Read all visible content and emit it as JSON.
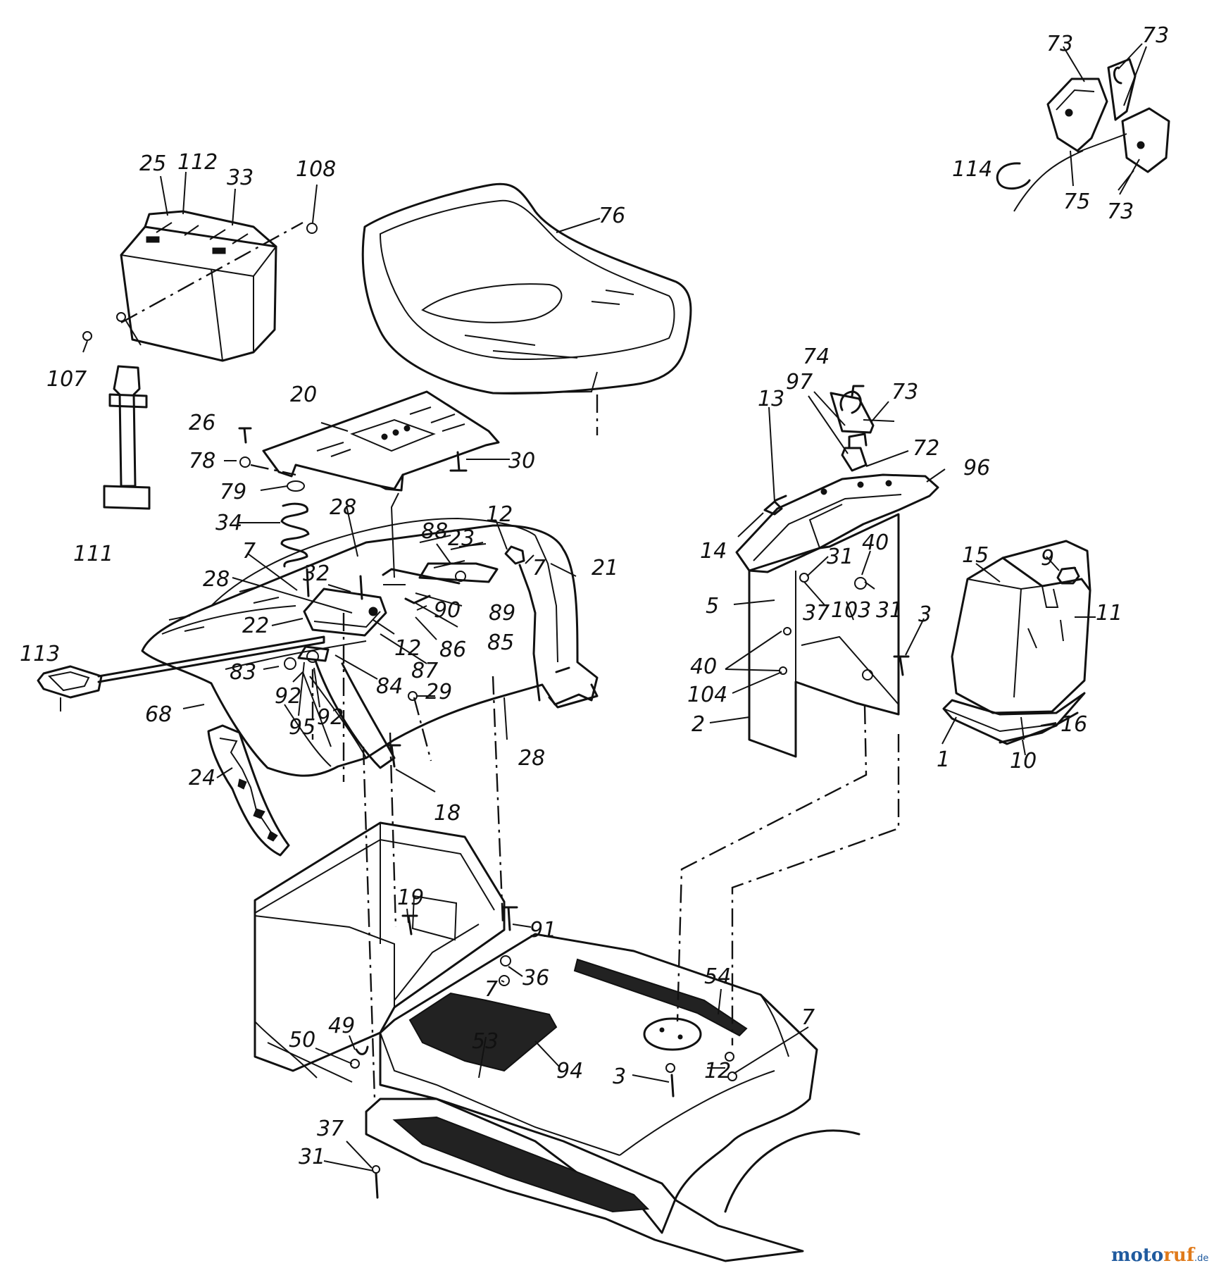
{
  "watermark": {
    "part1": "moto",
    "part2": "ruf",
    "suffix": ".de"
  },
  "callouts": [
    {
      "id": "c-25",
      "text": "25"
    },
    {
      "id": "c-112",
      "text": "112"
    },
    {
      "id": "c-33",
      "text": "33"
    },
    {
      "id": "c-108",
      "text": "108"
    },
    {
      "id": "c-107",
      "text": "107"
    },
    {
      "id": "c-76",
      "text": "76"
    },
    {
      "id": "c-20",
      "text": "20"
    },
    {
      "id": "c-26",
      "text": "26"
    },
    {
      "id": "c-78",
      "text": "78"
    },
    {
      "id": "c-79",
      "text": "79"
    },
    {
      "id": "c-34",
      "text": "34"
    },
    {
      "id": "c-30",
      "text": "30"
    },
    {
      "id": "c-111",
      "text": "111"
    },
    {
      "id": "c-28a",
      "text": "28"
    },
    {
      "id": "c-88",
      "text": "88"
    },
    {
      "id": "c-23",
      "text": "23"
    },
    {
      "id": "c-12a",
      "text": "12"
    },
    {
      "id": "c-21",
      "text": "21"
    },
    {
      "id": "c-7a",
      "text": "7"
    },
    {
      "id": "c-32",
      "text": "32"
    },
    {
      "id": "c-28b",
      "text": "28"
    },
    {
      "id": "c-7b",
      "text": "7"
    },
    {
      "id": "c-22",
      "text": "22"
    },
    {
      "id": "c-12b",
      "text": "12"
    },
    {
      "id": "c-90",
      "text": "90"
    },
    {
      "id": "c-89",
      "text": "89"
    },
    {
      "id": "c-86",
      "text": "86"
    },
    {
      "id": "c-85",
      "text": "85"
    },
    {
      "id": "c-87",
      "text": "87"
    },
    {
      "id": "c-113",
      "text": "113"
    },
    {
      "id": "c-83",
      "text": "83"
    },
    {
      "id": "c-84",
      "text": "84"
    },
    {
      "id": "c-92a",
      "text": "92"
    },
    {
      "id": "c-92b",
      "text": "92"
    },
    {
      "id": "c-68",
      "text": "68"
    },
    {
      "id": "c-95",
      "text": "95"
    },
    {
      "id": "c-29",
      "text": "29"
    },
    {
      "id": "c-28c",
      "text": "28"
    },
    {
      "id": "c-24",
      "text": "24"
    },
    {
      "id": "c-18",
      "text": "18"
    },
    {
      "id": "c-73a",
      "text": "73"
    },
    {
      "id": "c-73b",
      "text": "73"
    },
    {
      "id": "c-114",
      "text": "114"
    },
    {
      "id": "c-75",
      "text": "75"
    },
    {
      "id": "c-73c",
      "text": "73"
    },
    {
      "id": "c-74",
      "text": "74"
    },
    {
      "id": "c-97",
      "text": "97"
    },
    {
      "id": "c-73d",
      "text": "73"
    },
    {
      "id": "c-13",
      "text": "13"
    },
    {
      "id": "c-72",
      "text": "72"
    },
    {
      "id": "c-96",
      "text": "96"
    },
    {
      "id": "c-14",
      "text": "14"
    },
    {
      "id": "c-31a",
      "text": "31"
    },
    {
      "id": "c-40a",
      "text": "40"
    },
    {
      "id": "c-5",
      "text": "5"
    },
    {
      "id": "c-37a",
      "text": "37"
    },
    {
      "id": "c-103",
      "text": "103"
    },
    {
      "id": "c-31b",
      "text": "31"
    },
    {
      "id": "c-3a",
      "text": "3"
    },
    {
      "id": "c-40b",
      "text": "40"
    },
    {
      "id": "c-104",
      "text": "104"
    },
    {
      "id": "c-2",
      "text": "2"
    },
    {
      "id": "c-15",
      "text": "15"
    },
    {
      "id": "c-9",
      "text": "9"
    },
    {
      "id": "c-11",
      "text": "11"
    },
    {
      "id": "c-16",
      "text": "16"
    },
    {
      "id": "c-10",
      "text": "10"
    },
    {
      "id": "c-1",
      "text": "1"
    },
    {
      "id": "c-19",
      "text": "19"
    },
    {
      "id": "c-91",
      "text": "91"
    },
    {
      "id": "c-36",
      "text": "36"
    },
    {
      "id": "c-7c",
      "text": "7"
    },
    {
      "id": "c-54",
      "text": "54"
    },
    {
      "id": "c-49",
      "text": "49"
    },
    {
      "id": "c-50",
      "text": "50"
    },
    {
      "id": "c-53",
      "text": "53"
    },
    {
      "id": "c-94",
      "text": "94"
    },
    {
      "id": "c-12c",
      "text": "12"
    },
    {
      "id": "c-3b",
      "text": "3"
    },
    {
      "id": "c-7d",
      "text": "7"
    },
    {
      "id": "c-37b",
      "text": "37"
    },
    {
      "id": "c-31c",
      "text": "31"
    }
  ]
}
